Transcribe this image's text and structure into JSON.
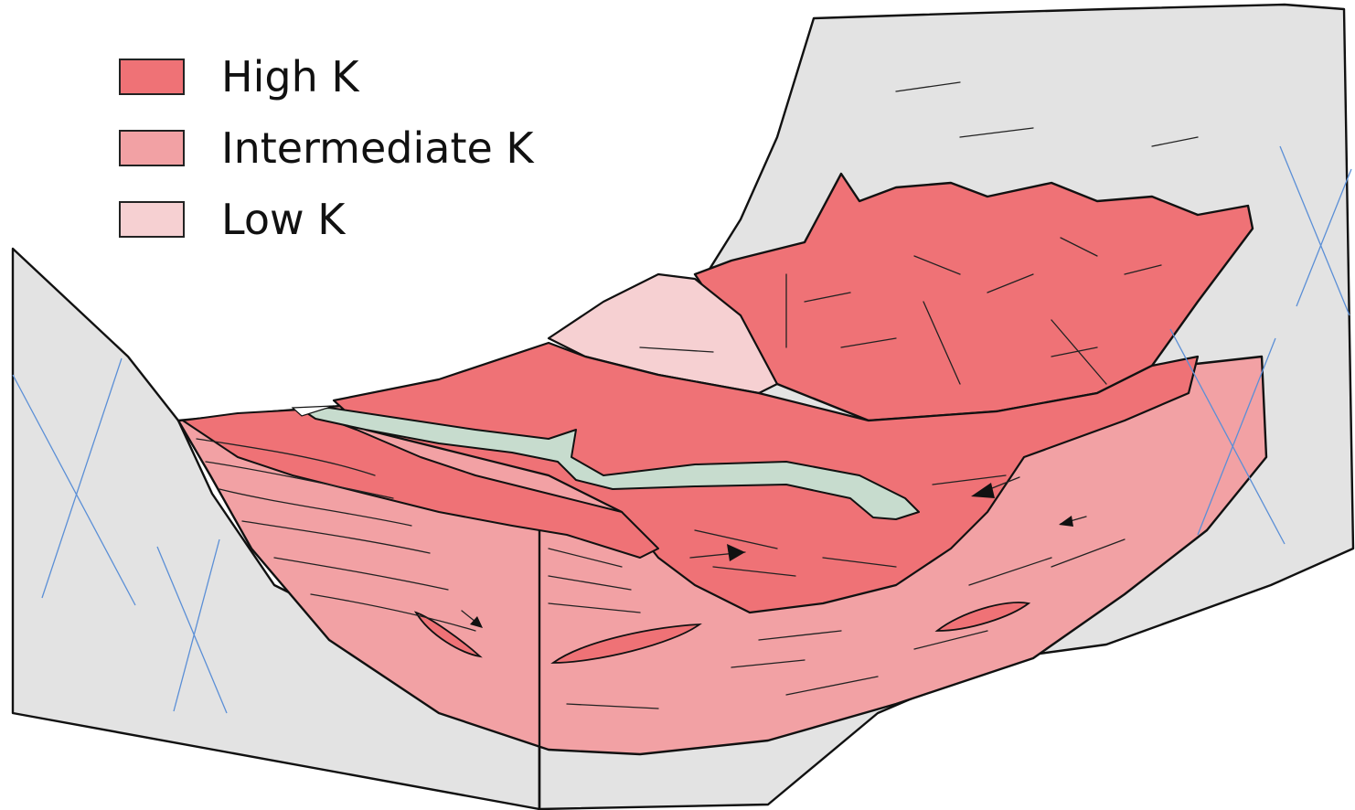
{
  "legend": {
    "items": [
      {
        "label": "High K",
        "color": "#ef7276"
      },
      {
        "label": "Intermediate K",
        "color": "#f2a1a4"
      },
      {
        "label": "Low K",
        "color": "#f6d0d2"
      }
    ]
  },
  "colors": {
    "bedrock": "#e3e3e3",
    "high_k": "#ef7276",
    "intermediate_k": "#f2a1a4",
    "low_k": "#f6d0d2",
    "lake": "#c7dcce",
    "blue_lines": "#5b8fd6",
    "outline": "#111111"
  },
  "icons": [
    "flow-arrow-icon"
  ]
}
